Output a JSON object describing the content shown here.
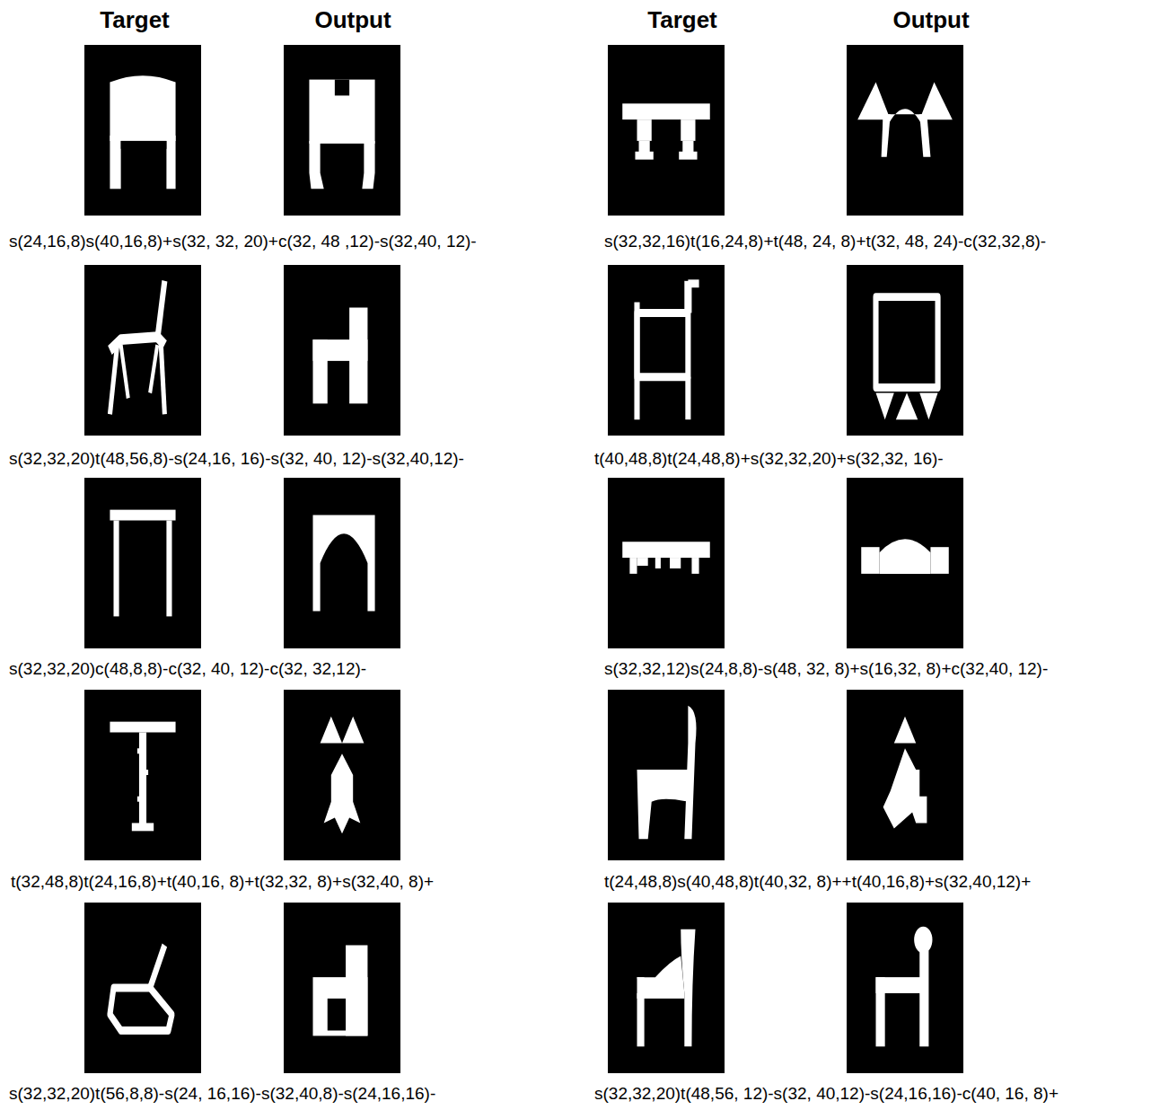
{
  "diagram": {
    "labels": [
      "Target",
      "Output",
      "Target",
      "Output",
      "s(24,16,8)s(40,16,8)+s(32, 32, 20)+c(32, 48 ,12)-s(32,40, 12)-",
      "s(32,32,16)t(16,24,8)+t(48, 24, 8)+t(32, 48, 24)-c(32,32,8)-",
      "s(32,32,20)t(48,56,8)-s(24,16, 16)-s(32, 40, 12)-s(32,40,12)-",
      "t(40,48,8)t(24,48,8)+s(32,32,20)+s(32,32, 16)-",
      "s(32,32,20)c(48,8,8)-c(32, 40, 12)-c(32, 32,12)-",
      "s(32,32,12)s(24,8,8)-s(48, 32, 8)+s(16,32, 8)+c(32,40, 12)-",
      "t(32,48,8)t(24,16,8)+t(40,16, 8)+t(32,32, 8)+s(32,40, 8)+",
      "t(24,48,8)s(40,48,8)t(40,32, 8)++t(40,16,8)+s(32,40,12)+",
      "s(32,32,20)t(56,8,8)-s(24, 16,16)-s(32,40,8)-s(24,16,16)-",
      "s(32,32,20)t(48,56, 12)-s(32, 40,12)-s(24,16,16)-c(40, 16, 8)+"
    ]
  }
}
